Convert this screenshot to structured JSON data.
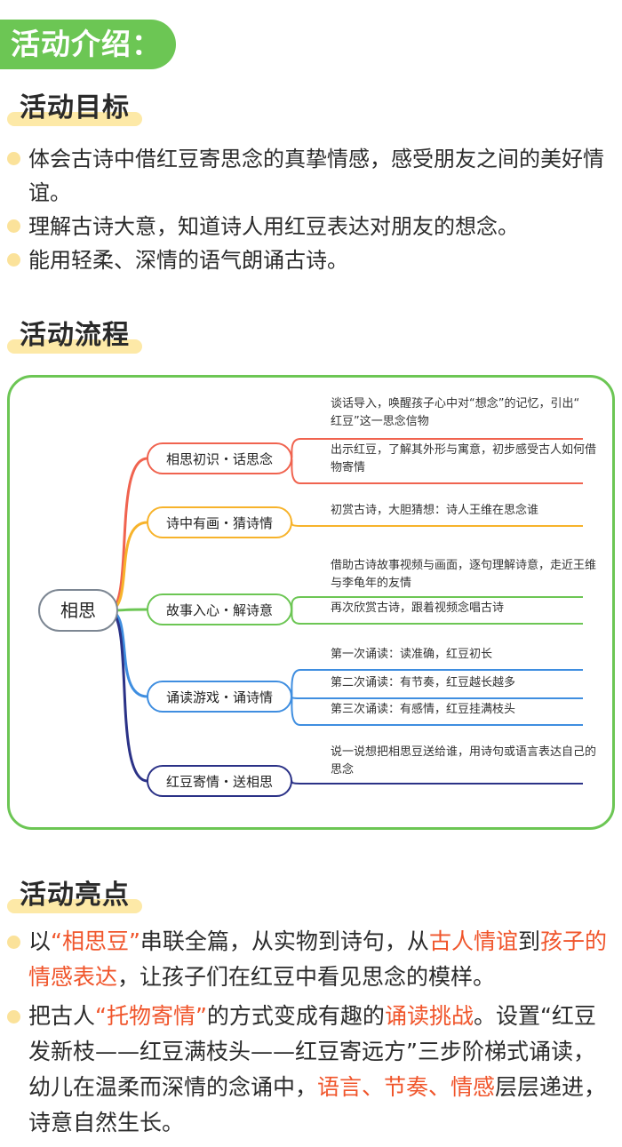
{
  "intro": {
    "label": "活动介绍："
  },
  "goals": {
    "title": "活动目标",
    "items": [
      "体会古诗中借红豆寄思念的真挚情感，感受朋友之间的美好情谊。",
      "理解古诗大意，知道诗人用红豆表达对朋友的想念。",
      "能用轻柔、深情的语气朗诵古诗。"
    ]
  },
  "flow": {
    "title": "活动流程",
    "root": "相思",
    "branches": [
      {
        "label": "相思初识・话思念",
        "color": "#f0634f",
        "notes": [
          "谈话导入，唤醒孩子心中对“想念”的记忆，引出“红豆”这一思念信物",
          "出示红豆，了解其外形与寓意，初步感受古人如何借物寄情"
        ]
      },
      {
        "label": "诗中有画・猜诗情",
        "color": "#f7b32b",
        "notes": [
          "初赏古诗，大胆猜想：诗人王维在思念谁"
        ]
      },
      {
        "label": "故事入心・解诗意",
        "color": "#6cc654",
        "notes": [
          "借助古诗故事视频与画面，逐句理解诗意，走近王维与李龟年的友情",
          "再次欣赏古诗，跟着视频念唱古诗"
        ]
      },
      {
        "label": "诵读游戏・诵诗情",
        "color": "#3f8ee0",
        "notes": [
          "第一次诵读：读准确，红豆初长",
          "第二次诵读：有节奏，红豆越长越多",
          "第三次诵读：有感情，红豆挂满枝头"
        ]
      },
      {
        "label": "红豆寄情・送相思",
        "color": "#2b3287",
        "notes": [
          "说一说想把相思豆送给谁，用诗句或语言表达自己的思念"
        ]
      }
    ]
  },
  "highlights": {
    "title": "活动亮点",
    "items": [
      {
        "runs": [
          {
            "t": "以",
            "hl": false
          },
          {
            "t": "“相思豆”",
            "hl": true
          },
          {
            "t": "串联全篇，从实物到诗句，从",
            "hl": false
          },
          {
            "t": "古人情谊",
            "hl": true
          },
          {
            "t": "到",
            "hl": false
          },
          {
            "t": "孩子的情感表达",
            "hl": true
          },
          {
            "t": "，让孩子们在红豆中看见思念的模样。",
            "hl": false
          }
        ]
      },
      {
        "runs": [
          {
            "t": "把古人",
            "hl": false
          },
          {
            "t": "“托物寄情”",
            "hl": true
          },
          {
            "t": "的方式变成有趣的",
            "hl": false
          },
          {
            "t": "诵读挑战",
            "hl": true
          },
          {
            "t": "。设置“红豆发新枝——红豆满枝头——红豆寄远方”三步阶梯式诵读，幼儿在温柔而深情的念诵中，",
            "hl": false
          },
          {
            "t": "语言、节奏、情感",
            "hl": true
          },
          {
            "t": "层层递进，诗意自然生长。",
            "hl": false
          }
        ]
      }
    ]
  }
}
